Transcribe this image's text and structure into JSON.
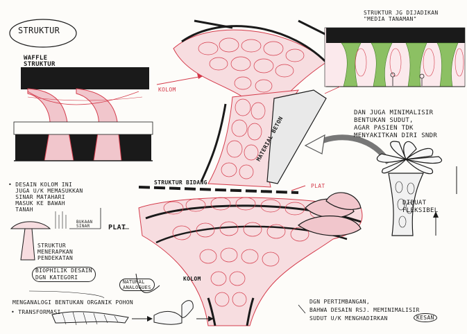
{
  "sheet": {
    "title": "STRUKTUR",
    "labels": {
      "waffle": "WAFFLE\nSTRUKTUR",
      "kolom_top": "KOLOM",
      "struktur_jg": "STRUKTUR JG DIJADIKAN\n\"MEDIA TANAMAN\"",
      "material": "MATERIAL BETON",
      "minimalis": "DAN JUGA MINIMALISIR\nBENTUKAN SUDUT,\nAGAR PASIEN TDK\nMENYAKITKAN DIRI SNDR",
      "desain_kolom": "• DESAIN KOLOM INI\n  JUGA U/K MEMASUKKAN\n  SINAR MATAHARI\n  MASUK KE BAWAH\n  TANAH",
      "struktur_bidang": "STRUKTUR BIDANG",
      "plat_mid": "PLAT",
      "plat_left": "PLAT",
      "fleksibel": "DIBUAT\nFLEKSIBEL",
      "bukaan": "BUKAAN\nSINAR",
      "struktur_menerapkan": "STRUKTUR\nMENERAPKAN\nPENDEKATAN",
      "biophilik": "BIOPHILIK DESAIN\nDGN KATEGORI",
      "natural_analogues": "NATURAL\nANALOGUES",
      "kolom_bottom": "KOLOM",
      "menganalogi": "MENGANALOGI BENTUKAN ORGANIK POHON",
      "transformasi": "• TRANSFORMASI",
      "pertimbangan": "DGN PERTIMBANGAN,\nBAHWA DESAIN RSJ. MEMINIMALISIR\nSUDUT U/K MENGHADIRKAN",
      "kesan": "KESAN"
    }
  },
  "colors": {
    "ink": "#1a1a1a",
    "red_pen": "#d43a4a",
    "pink_fill": "#f7dde0",
    "green": "#7ab648",
    "paper": "#fdfcf9"
  }
}
